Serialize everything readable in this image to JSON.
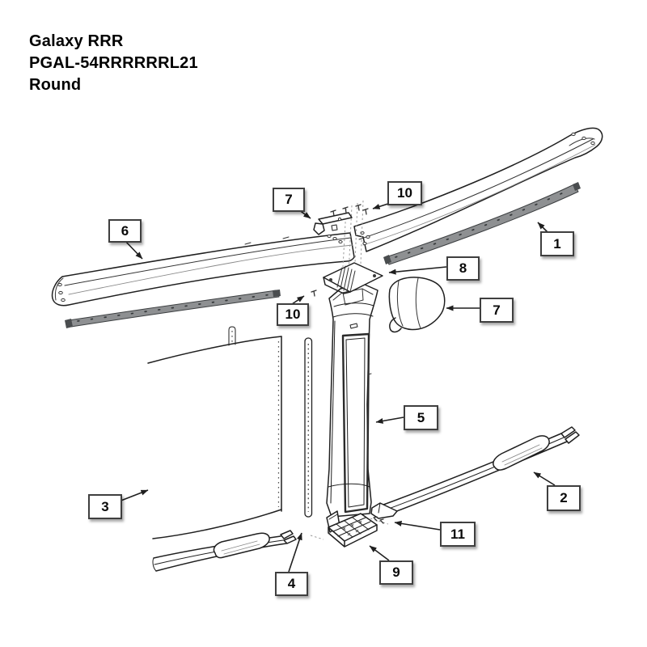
{
  "title": {
    "model": "Galaxy RRR",
    "part_number": "PGAL-54RRRRRRL21",
    "shape": "Round"
  },
  "callouts": [
    {
      "label": "7"
    },
    {
      "label": "10"
    },
    {
      "label": "6"
    },
    {
      "label": "1"
    },
    {
      "label": "8"
    },
    {
      "label": "10"
    },
    {
      "label": "7"
    },
    {
      "label": "5"
    },
    {
      "label": "3"
    },
    {
      "label": "2"
    },
    {
      "label": "11"
    },
    {
      "label": "4"
    },
    {
      "label": "9"
    }
  ],
  "colors": {
    "ink": "#1f1f1f",
    "strip_fill": "#8e9092",
    "box_border": "#3f3f3f",
    "paper": "#ffffff"
  }
}
